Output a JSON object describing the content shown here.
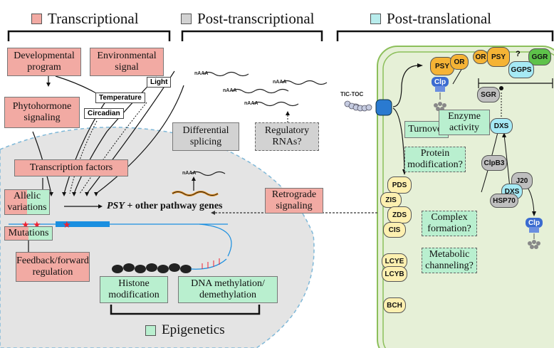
{
  "headers": {
    "transcriptional": "Transcriptional",
    "post_transcriptional": "Post-transcriptional",
    "post_translational": "Post-translational",
    "epigenetics": "Epigenetics"
  },
  "colors": {
    "transcriptional": "#f2aaa3",
    "post_transcriptional": "#d2d2d2",
    "post_translational": "#b8ecec",
    "epigenetics": "#b9efcf",
    "plastid_fill": "#e6f0d7",
    "plastid_border": "#8cbf5a",
    "nucleus_fill": "#e4e4e4",
    "gene_bar": "#1a8fe0"
  },
  "transcriptional": {
    "developmental_program": "Developmental program",
    "environmental_signal": "Environmental signal",
    "phytohormone_signaling": "Phytohormone signaling",
    "light": "Light",
    "temperature": "Temperature",
    "circadian": "Circadian",
    "transcription_factors": "Transcription factors",
    "allelic_variations": "Allelic variations",
    "mutations": "Mutations",
    "feedback_regulation": "Feedback/forward regulation",
    "gene_label_bold": "PSY",
    "gene_label_rest": " + other pathway genes"
  },
  "post_transcriptional": {
    "polyA": "nAAA",
    "differential_splicing": "Differential splicing",
    "regulatory_rnas": "Regulatory RNAs?",
    "retrograde_signaling": "Retrograde signaling"
  },
  "epigenetics": {
    "histone_modification": "Histone modification",
    "dna_methylation": "DNA methylation/ demethylation"
  },
  "post_translational": {
    "tic_toc": "TIC-TOC",
    "turnover": "Turnover",
    "enzyme_activity": "Enzyme activity",
    "protein_modification": "Protein modification?",
    "complex_formation": "Complex formation?",
    "metabolic_channeling": "Metabolic channeling?",
    "question_mark": "?",
    "proteins": {
      "psy": "PSY",
      "or": "OR",
      "clp": "Clp",
      "sgr": "SGR",
      "ggr": "GGR",
      "ggps": "GGPS",
      "dxs": "DXS",
      "clpb3": "ClpB3",
      "j20": "J20",
      "hsp70": "HSP70",
      "pds": "PDS",
      "zis": "ZIS",
      "zds": "ZDS",
      "cis": "CIS",
      "lcye": "LCYE",
      "lcyb": "LCYB",
      "bch": "BCH"
    }
  }
}
